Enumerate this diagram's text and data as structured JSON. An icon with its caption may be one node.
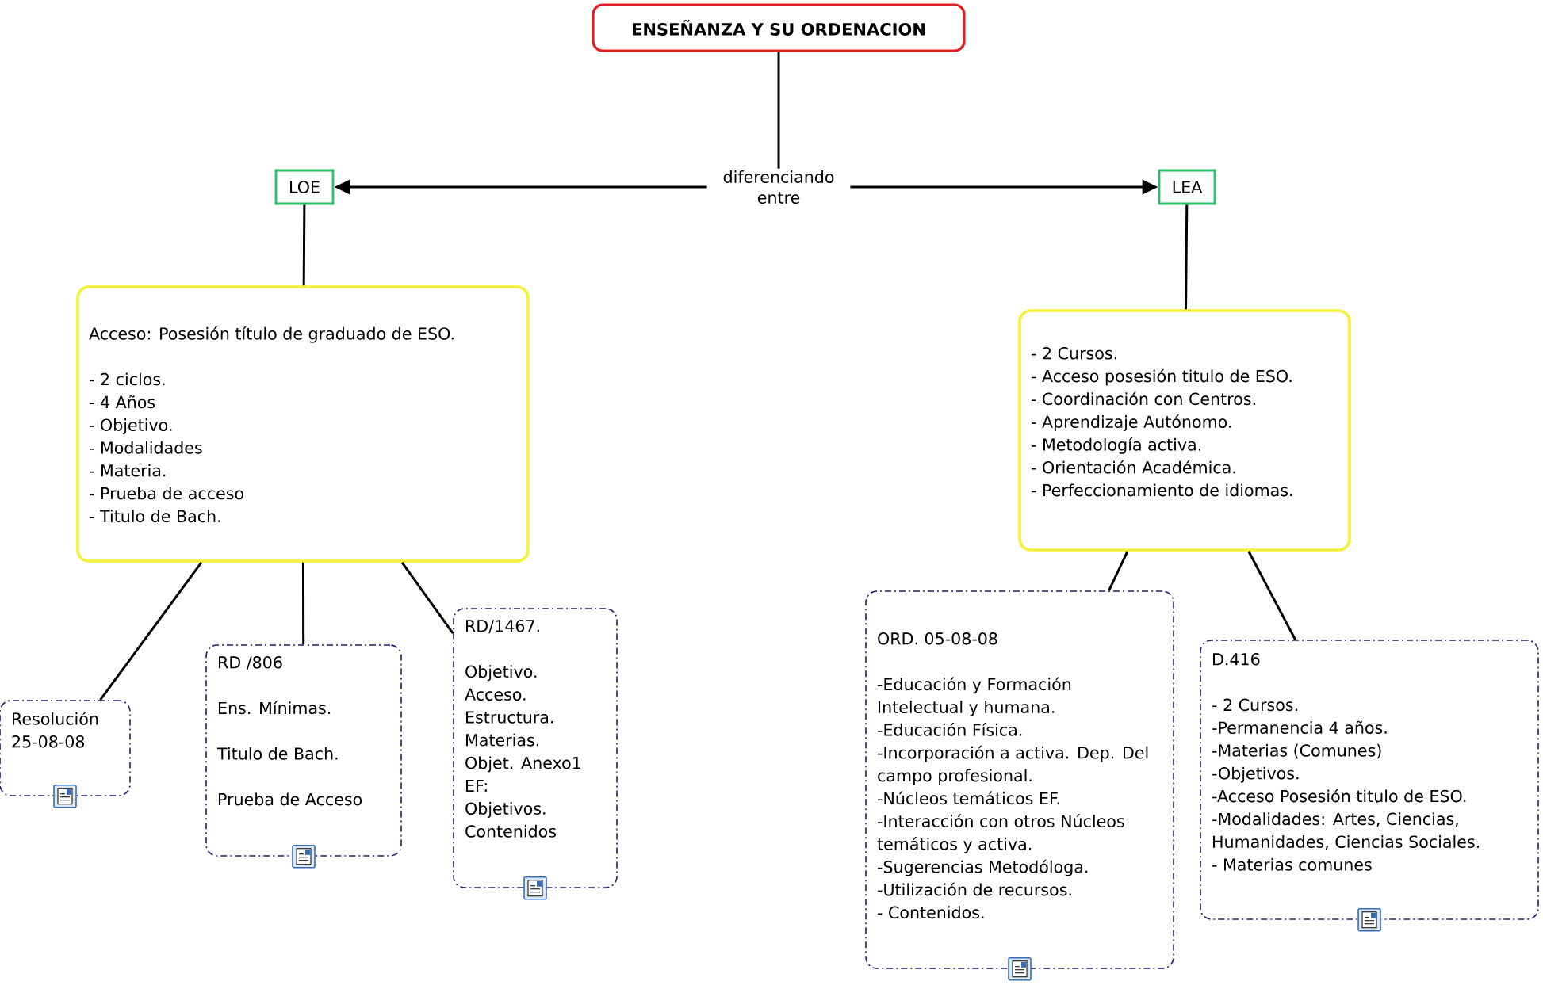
{
  "diagram": {
    "nodes": [
      {
        "text": [
          "ENSEÑANZA Y SU ORDENACION"
        ]
      },
      {
        "text": [
          "diferenciando entre"
        ]
      },
      {
        "text": [
          "LOE"
        ]
      },
      {
        "text": [
          "LEA"
        ]
      },
      {
        "text": [
          "Acceso: Posesión título de graduado de ESO.",
          "- 2 ciclos.",
          "- 4 Años",
          "- Objetivo.",
          "- Modalidades",
          "- Materia.",
          "- Prueba de acceso",
          "- Titulo de Bach."
        ]
      },
      {
        "text": [
          "- 2 Cursos.",
          "- Acceso posesión titulo de ESO.",
          "- Coordinación con Centros.",
          "- Aprendizaje Autónomo.",
          "- Metodología activa.",
          "- Orientación Académica.",
          "- Perfeccionamiento de idiomas."
        ]
      },
      {
        "text": [
          "Resolución 25-08-08"
        ]
      },
      {
        "text": [
          "RD /806",
          "Ens. Mínimas.",
          "Titulo de Bach.",
          "Prueba de Acceso"
        ]
      },
      {
        "text": [
          "RD/1467.",
          "Objetivo.",
          "Acceso.",
          "Estructura.",
          "Materias.",
          "Objet. Anexo1 EF:",
          "Objetivos.",
          "Contenidos"
        ]
      },
      {
        "text": [
          "ORD. 05-08-08",
          "-Educación y Formación Intelectual y humana.",
          "-Educación Física.",
          "-Incorporación a activa. Dep. Del campo profesional.",
          "-Núcleos temáticos EF.",
          "-Interacción con otros Núcleos temáticos y activa.",
          "-Sugerencias Metodóloga.",
          "-Utilización de recursos.",
          "- Contenidos."
        ]
      },
      {
        "text": [
          "D.416",
          "- 2 Cursos.",
          "-Permanencia 4 años.",
          "-Materias (Comunes)",
          "-Objetivos.",
          "-Acceso Posesión titulo de ESO.",
          "-Modalidades: Artes, Ciencias, Humanidades, Ciencias Sociales.",
          "- Materias comunes"
        ]
      }
    ],
    "edges": [
      {
        "from": 0,
        "to": 1,
        "arrow": "none"
      },
      {
        "from": 1,
        "to": 2,
        "arrow": "to"
      },
      {
        "from": 1,
        "to": 3,
        "arrow": "to"
      },
      {
        "from": 2,
        "to": 4,
        "arrow": "none"
      },
      {
        "from": 3,
        "to": 5,
        "arrow": "none"
      },
      {
        "from": 4,
        "to": 6,
        "arrow": "none"
      },
      {
        "from": 4,
        "to": 7,
        "arrow": "none"
      },
      {
        "from": 4,
        "to": 8,
        "arrow": "none"
      },
      {
        "from": 5,
        "to": 9,
        "arrow": "none"
      },
      {
        "from": 5,
        "to": 10,
        "arrow": "none"
      }
    ]
  }
}
